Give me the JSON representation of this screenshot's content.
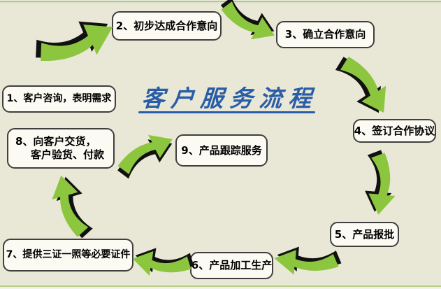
{
  "diagram": {
    "title": "客户服务流程",
    "steps": {
      "s1": "1、客户咨询，表明需求",
      "s2": "2、初步达成合作意向",
      "s3": "3、确立合作意向",
      "s4": "4、签订合作协议",
      "s5": "5、产品报批",
      "s6": "6、产品加工生产",
      "s7": "7、提供三证一照等必要证件",
      "s8_line1": "8、向客户交货，",
      "s8_line2": "客户验货、付款",
      "s9": "9、产品跟踪服务"
    },
    "colors": {
      "background": "#e9e7d6",
      "box_fill": "#fcfbf3",
      "box_border": "#3f3f3f",
      "title_blue": "#2a5da8",
      "arrow_green": "#8cc63e",
      "arrow_shadow": "#111111",
      "border_band_green": "#b2c785"
    }
  }
}
